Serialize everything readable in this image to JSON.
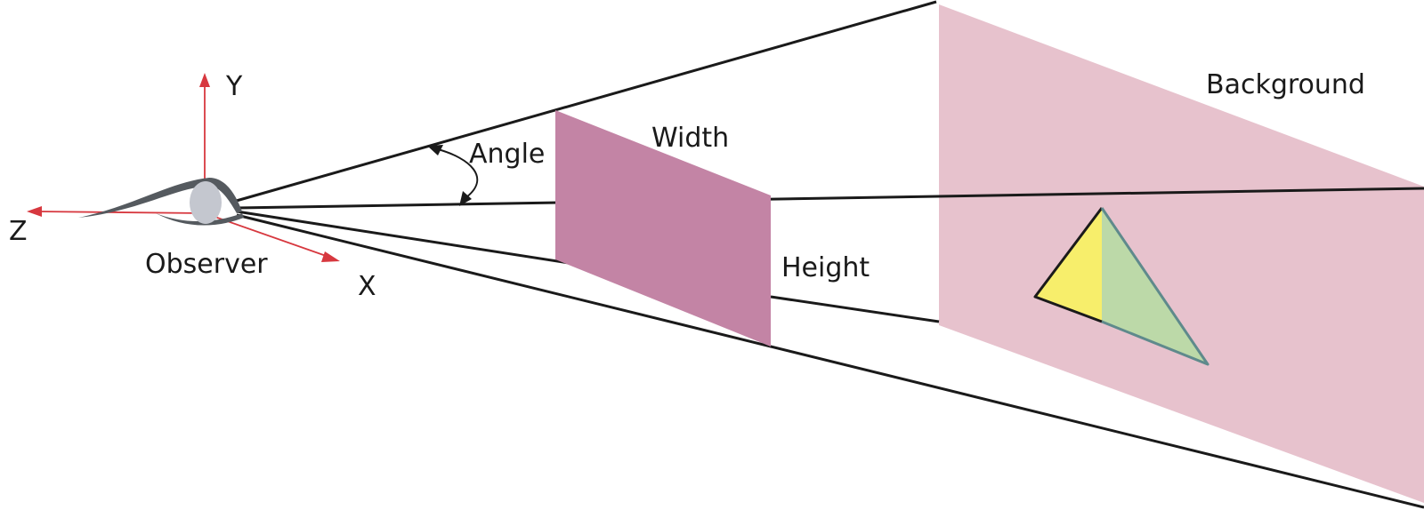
{
  "labels": {
    "y_axis": "Y",
    "z_axis": "Z",
    "x_axis": "X",
    "observer": "Observer",
    "angle": "Angle",
    "width": "Width",
    "height": "Height",
    "background": "Background"
  },
  "colors": {
    "background_plane": "#e7c2cd",
    "near_plane": "#c384a5",
    "axis": "#d7383f",
    "frustum_line": "#1a1a1a",
    "triangle_left": "#f7ee6b",
    "triangle_right": "#bcd9a8",
    "triangle_edge": "#5f8a8c",
    "eye": "#c4c7cf",
    "eye_outline": "#555a5f"
  }
}
